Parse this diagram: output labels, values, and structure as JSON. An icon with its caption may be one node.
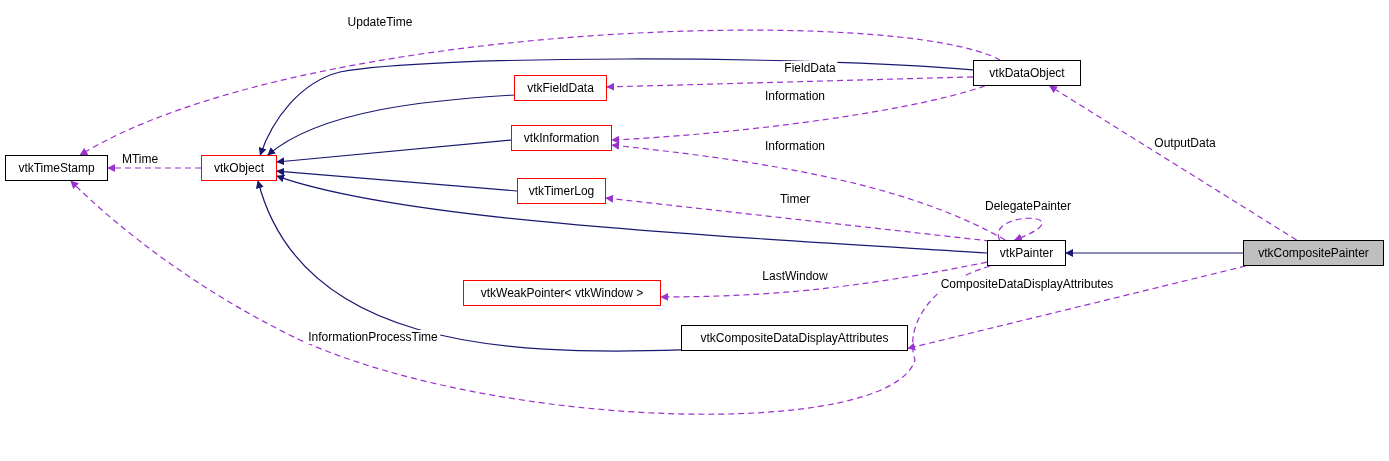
{
  "diagram": {
    "nodes": [
      {
        "text": [
          "vtkTimeStamp"
        ]
      },
      {
        "text": [
          "vtkObject"
        ]
      },
      {
        "text": [
          "vtkFieldData"
        ]
      },
      {
        "text": [
          "vtkInformation"
        ]
      },
      {
        "text": [
          "vtkTimerLog"
        ]
      },
      {
        "text": [
          "vtkDataObject"
        ]
      },
      {
        "text": [
          "vtkPainter"
        ]
      },
      {
        "text": [
          "vtkWeakPointer< vtkWindow >"
        ]
      },
      {
        "text": [
          "vtkCompositeDataDisplayAttributes"
        ]
      },
      {
        "text": [
          "vtkCompositePainter"
        ]
      }
    ],
    "edges": [
      {
        "from": 1,
        "to": 0,
        "arrow": "to",
        "label": "MTime",
        "style": "dashed"
      },
      {
        "from": 2,
        "to": 1,
        "arrow": "to",
        "color": "#191970"
      },
      {
        "from": 3,
        "to": 1,
        "arrow": "to",
        "color": "#191970"
      },
      {
        "from": 4,
        "to": 1,
        "arrow": "to",
        "color": "#191970"
      },
      {
        "from": 5,
        "to": 1,
        "arrow": "to",
        "color": "#191970"
      },
      {
        "from": 6,
        "to": 1,
        "arrow": "to",
        "color": "#191970"
      },
      {
        "from": 8,
        "to": 1,
        "arrow": "to",
        "color": "#191970"
      },
      {
        "from": 9,
        "to": 6,
        "arrow": "to",
        "color": "#191970"
      },
      {
        "from": 5,
        "to": 0,
        "arrow": "to",
        "label": "UpdateTime",
        "style": "dashed"
      },
      {
        "from": 5,
        "to": 2,
        "arrow": "to",
        "label": "FieldData",
        "style": "dashed"
      },
      {
        "from": 5,
        "to": 3,
        "arrow": "to",
        "label": "Information",
        "style": "dashed"
      },
      {
        "from": 6,
        "to": 3,
        "arrow": "to",
        "label": "Information",
        "style": "dashed"
      },
      {
        "from": 6,
        "to": 4,
        "arrow": "to",
        "label": "Timer",
        "style": "dashed"
      },
      {
        "from": 6,
        "to": 6,
        "arrow": "to",
        "label": "DelegatePainter",
        "style": "dashed"
      },
      {
        "from": 6,
        "to": 7,
        "arrow": "to",
        "label": "LastWindow",
        "style": "dashed"
      },
      {
        "from": 6,
        "to": 0,
        "arrow": "to",
        "label": "InformationProcessTime",
        "style": "dashed"
      },
      {
        "from": 9,
        "to": 5,
        "arrow": "to",
        "label": "OutputData",
        "style": "dashed"
      },
      {
        "from": 9,
        "to": 8,
        "arrow": "to",
        "label": "CompositeDataDisplayAttributes",
        "style": "dashed"
      }
    ]
  }
}
